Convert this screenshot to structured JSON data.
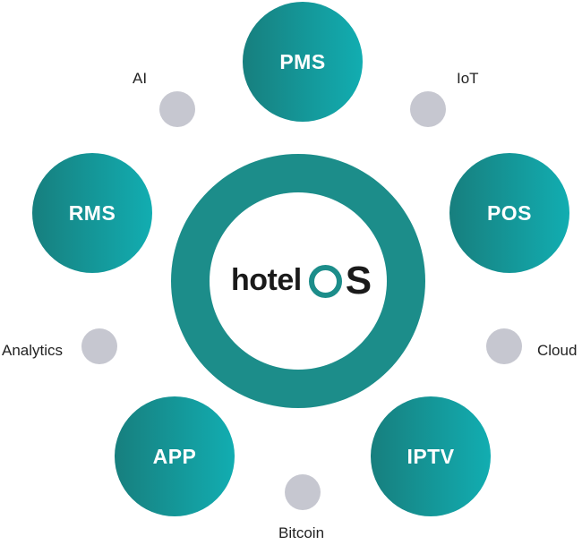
{
  "colors": {
    "node_gradient_start": "#177f7e",
    "node_gradient_end": "#12adb1",
    "ring": "#1c8d8a",
    "dot": "#c6c7d0",
    "logo_text": "#1a1a1a"
  },
  "center": {
    "logo_text": "hotel",
    "logo_letter_s": "S"
  },
  "nodes": {
    "pms": "PMS",
    "rms": "RMS",
    "pos": "POS",
    "app": "APP",
    "iptv": "IPTV"
  },
  "satellites": {
    "ai": "AI",
    "iot": "IoT",
    "analytics": "Analytics",
    "cloud": "Cloud",
    "bitcoin": "Bitcoin"
  }
}
